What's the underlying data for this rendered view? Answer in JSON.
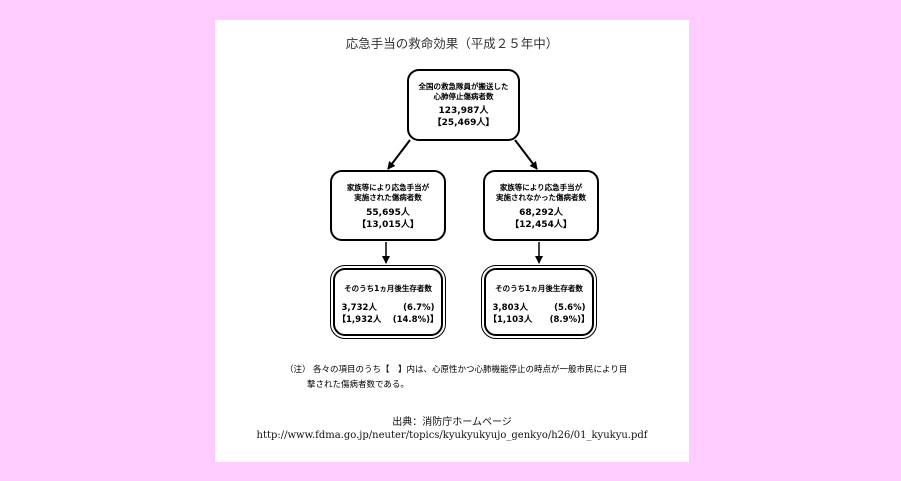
{
  "title": "応急手当の救命効果（平成２５年中）",
  "top_box": {
    "label_line1": "全国の救急隊員が搬送した",
    "label_line2": "心肺停止傷病者数",
    "value": "123,987人",
    "value_bracket": "【25,469人】"
  },
  "left_box": {
    "label_line1": "家族等により応急手当が",
    "label_line2": "実施された傷病者数",
    "value": "55,695人",
    "value_bracket": "【13,015人】"
  },
  "right_box": {
    "label_line1": "家族等により応急手当が",
    "label_line2": "実施されなかった傷病者数",
    "value": "68,292人",
    "value_bracket": "【12,454人】"
  },
  "left_survival": {
    "label": "そのうち1ヵ月後生存者数",
    "count": "3,732人",
    "pct": "(6.7%)",
    "count_bracket": "【1,932人",
    "pct_bracket": "(14.8%)】"
  },
  "right_survival": {
    "label": "そのうち1ヵ月後生存者数",
    "count": "3,803人",
    "pct": "(5.6%)",
    "count_bracket": "【1,103人",
    "pct_bracket": "(8.9%)】"
  },
  "note": {
    "mark": "（注）",
    "line1": "各々の項目のうち【　】内は、心原性かつ心肺機能停止の時点が一般市民により目",
    "line2": "撃された傷病者数である。"
  },
  "source": {
    "label": "出典：消防庁ホームページ",
    "url": "http://www.fdma.go.jp/neuter/topics/kyukyukyujo_genkyo/h26/01_kyukyu.pdf"
  }
}
